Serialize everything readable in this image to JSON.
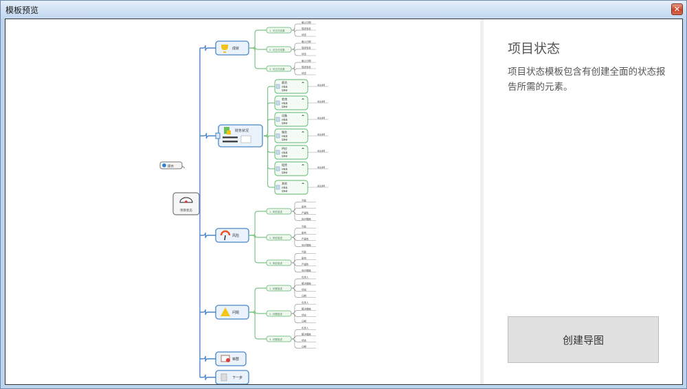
{
  "window": {
    "title": "模板预览",
    "close_label": "✕"
  },
  "info": {
    "title": "项目状态",
    "description": "项目状态模板包含有创建全面的状态报告所需的元素。",
    "create_button": "创建导图"
  },
  "mindmap": {
    "root": "项目状态",
    "callout": "提示",
    "branches": [
      {
        "label": "成就",
        "icon": "trophy-icon"
      },
      {
        "label": "财务状况",
        "icon": "money-icon"
      },
      {
        "label": "风险",
        "icon": "gauge-icon"
      },
      {
        "label": "问题",
        "icon": "warning-icon"
      },
      {
        "label": "审群",
        "icon": "badge-icon"
      },
      {
        "label": "下一步",
        "icon": "list-icon"
      }
    ],
    "achievement_sub": [
      "1. 可交付成果",
      "2. 可交付成果",
      "3. 可交付成果"
    ],
    "achievement_leaf": [
      "截止日期",
      "描述信息",
      "状态"
    ],
    "finance_sub": [
      "薪资",
      "差旅",
      "设备",
      "服务",
      "供应",
      "租赁",
      "其他"
    ],
    "finance_leaf": [
      "已批准",
      "实际值"
    ],
    "finance_note": "备注说明",
    "risk_sub": [
      "1. 风险描述",
      "2. 风险描述",
      "3. 风险描述"
    ],
    "risk_leaf": [
      "可能",
      "影响",
      "严重性",
      "应对措施"
    ],
    "issue_sub": [
      "1. 问题描述",
      "2. 问题描述",
      "3. 问题描述"
    ],
    "issue_leaf": [
      "负责人",
      "解决措施",
      "状态",
      "日期"
    ]
  },
  "colors": {
    "branch": "#4a86c8",
    "sub": "#7cc488",
    "leaf": "#999999"
  }
}
